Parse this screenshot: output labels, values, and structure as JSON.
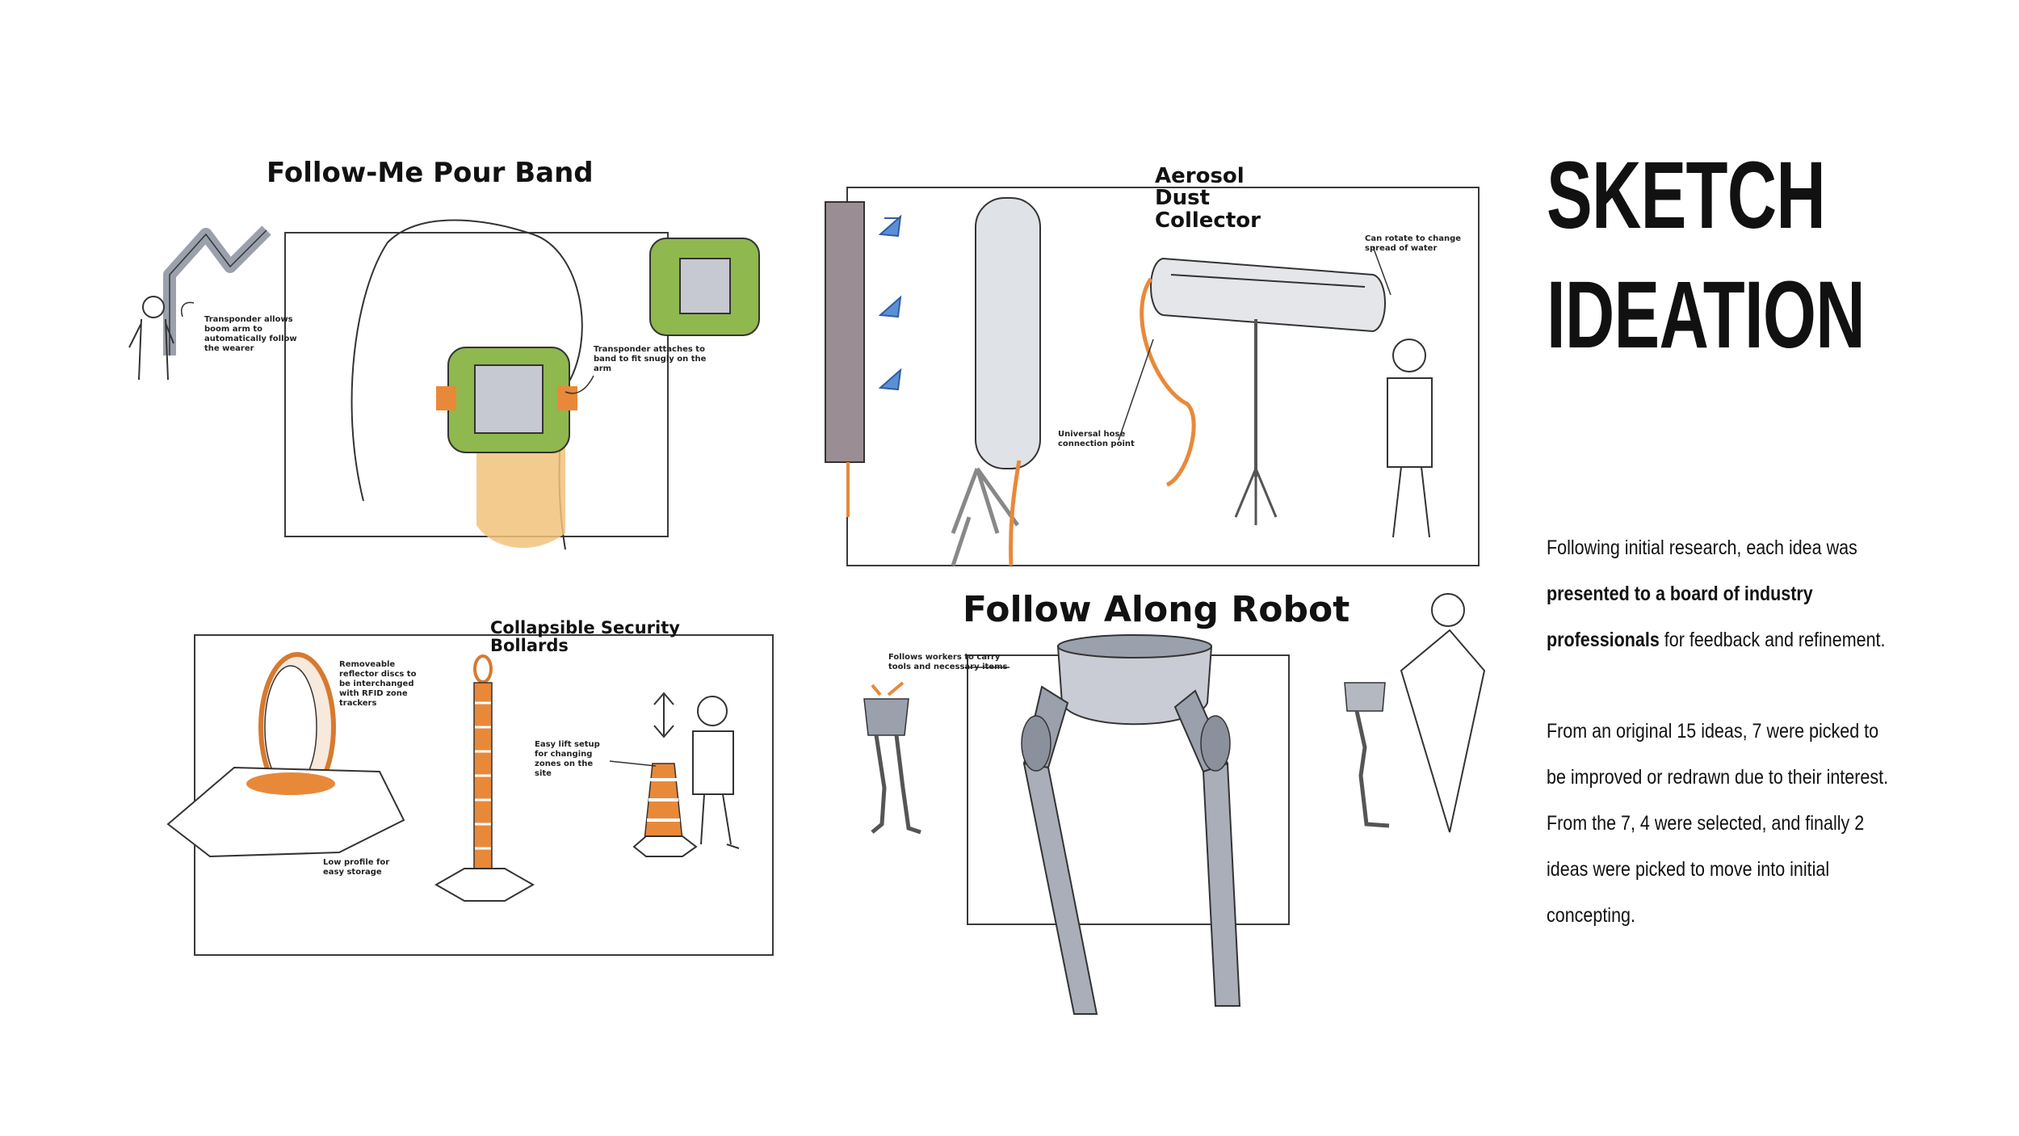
{
  "page": {
    "heading_line1": "SKETCH",
    "heading_line2": "IDEATION",
    "paragraph1": {
      "pre": "Following initial research, each idea was ",
      "bold": "presented to a board of industry professionals",
      "post": " for feedback and refinement."
    },
    "paragraph2": "From an original 15 ideas, 7 were picked to be improved or redrawn due to their interest. From the 7, 4 were selected, and finally 2 ideas were picked to move into initial concepting."
  },
  "sketches": {
    "pour_band": {
      "title": "Follow-Me Pour Band",
      "note_boom": "Transponder allows boom arm to automatically follow the wearer",
      "note_band": "Transponder attaches to band to fit snugly on the arm"
    },
    "dust_collector": {
      "title": "Aerosol Dust Collector",
      "note_rotate": "Can rotate to change spread of water",
      "note_hose": "Universal hose connection point"
    },
    "bollards": {
      "title": "Collapsible Security Bollards",
      "note_reflector": "Removeable reflector discs to be interchanged with RFID zone trackers",
      "note_lift": "Easy lift setup for changing zones on the site",
      "note_storage": "Low profile for easy storage"
    },
    "robot": {
      "title": "Follow Along Robot",
      "note_follow": "Follows workers to carry tools and necessary items"
    }
  },
  "colors": {
    "green": "#8fb84e",
    "orange": "#e8893a",
    "steel": "#9aa0ac",
    "blue": "#5b8fd6",
    "text": "#111111"
  }
}
